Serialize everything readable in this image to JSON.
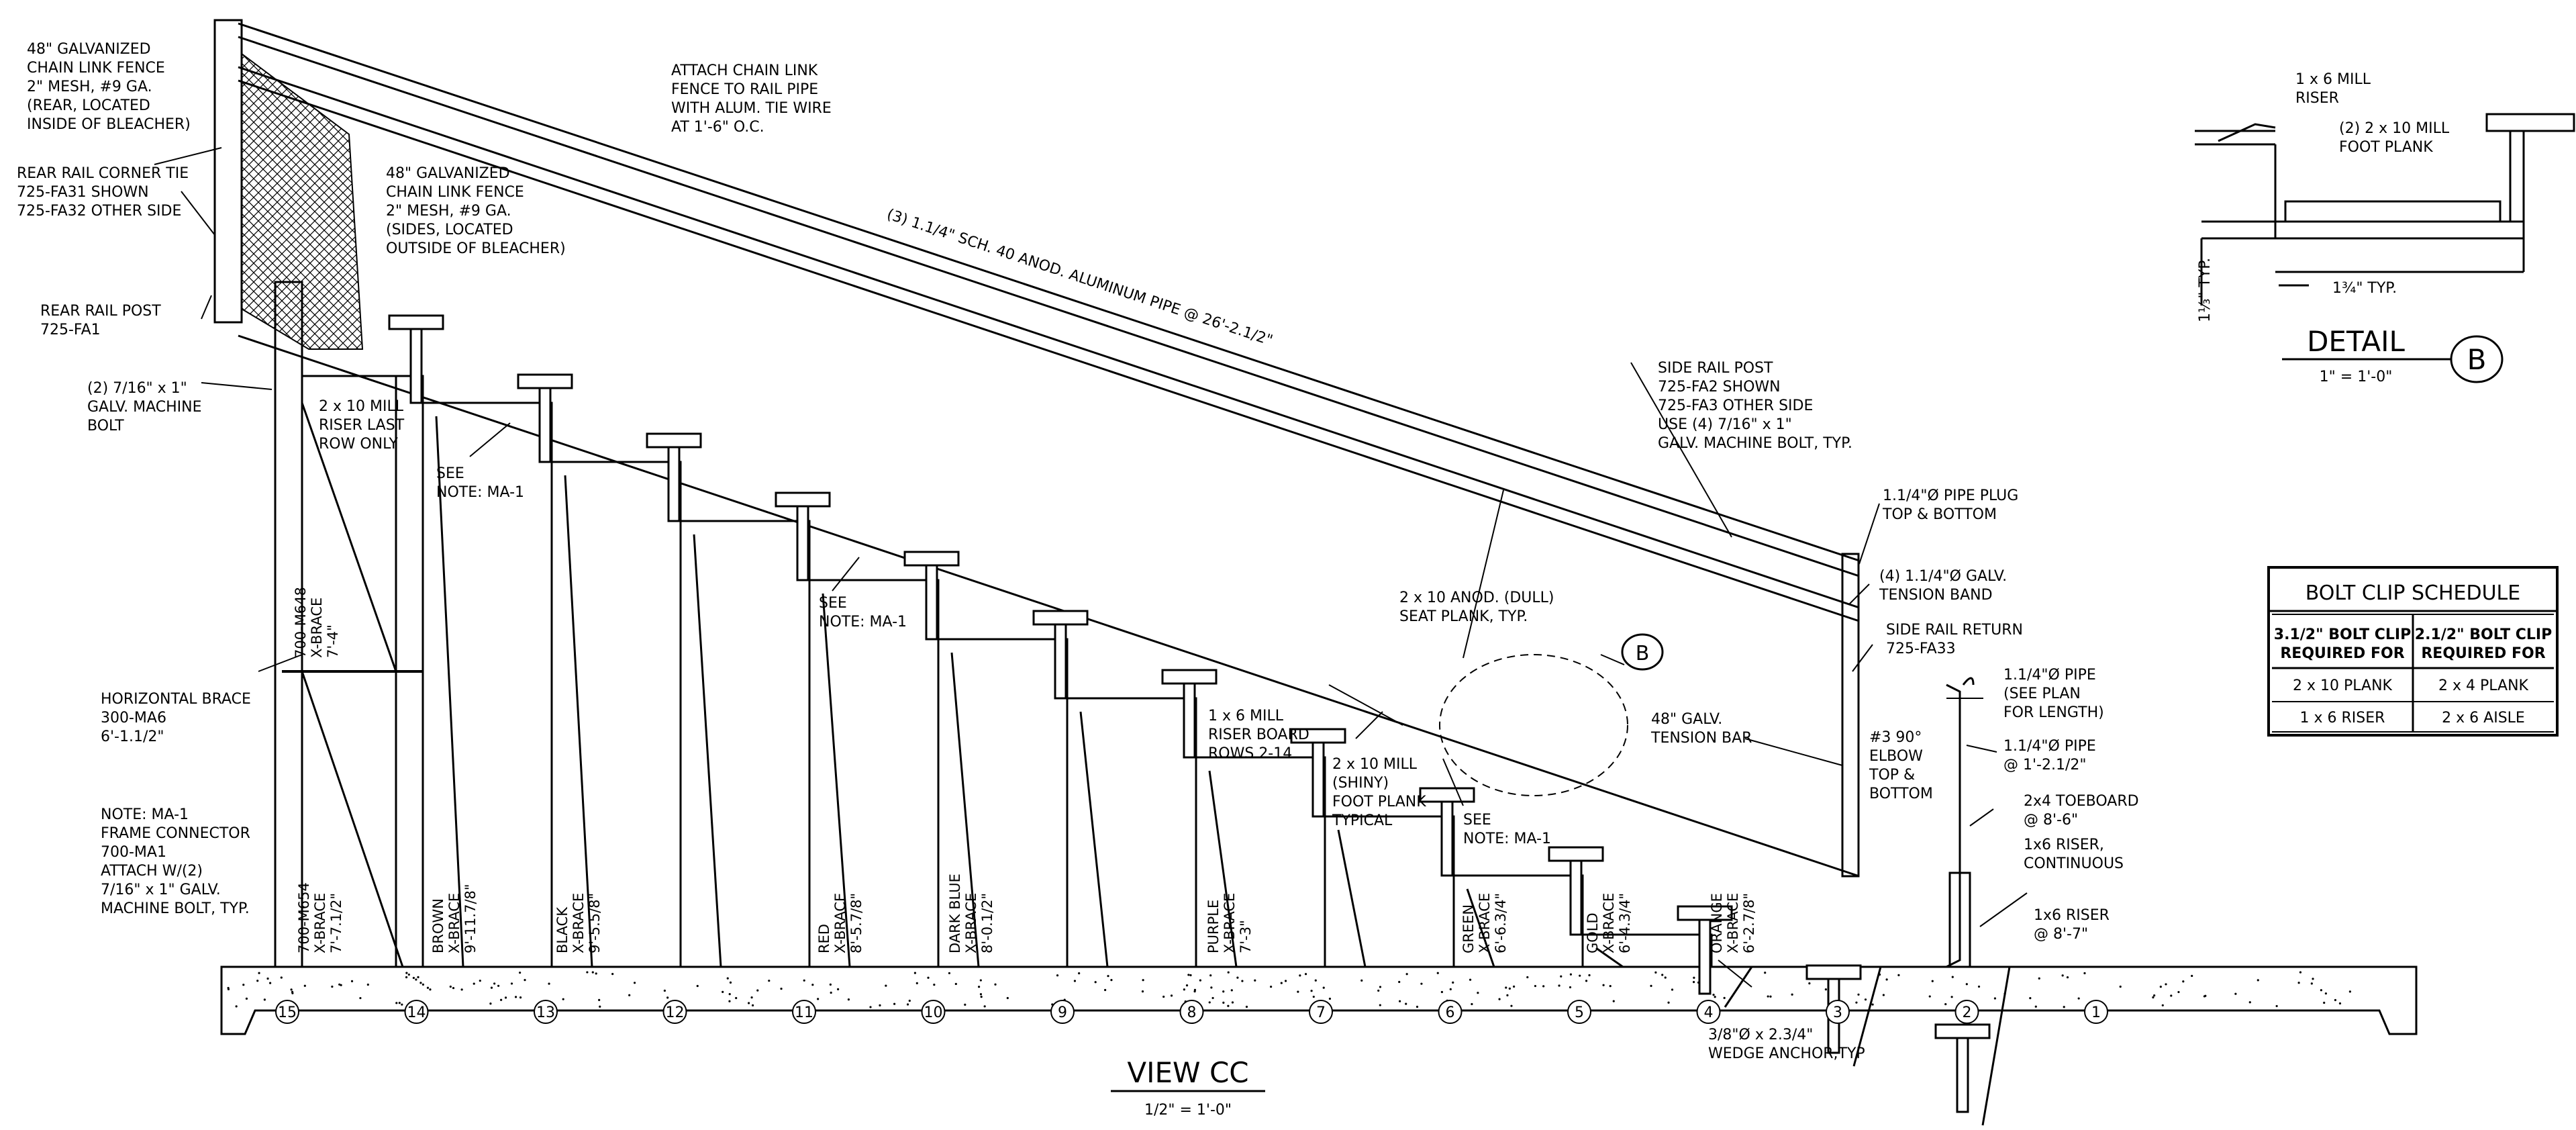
{
  "title": "VIEW CC",
  "scale": "1/2\" = 1'-0\"",
  "detail": {
    "title": "DETAIL",
    "scale": "1\" = 1'-0\"",
    "marker": "B",
    "notes": {
      "riser": [
        "1 x 6 MILL",
        "RISER"
      ],
      "plank": [
        "(2) 2 x 10 MILL",
        "FOOT PLANK"
      ],
      "typ_vert": "1⅓\" TYP.",
      "typ_horiz": "1¾\" TYP."
    }
  },
  "marker_b": "B",
  "schedule": {
    "title": "BOLT CLIP SCHEDULE",
    "headers": [
      [
        "3.1/2\" BOLT CLIP",
        "REQUIRED FOR"
      ],
      [
        "2.1/2\" BOLT CLIP",
        "REQUIRED FOR"
      ]
    ],
    "rows": [
      [
        "2 x 10 PLANK",
        "2 x 4 PLANK"
      ],
      [
        "1 x 6 RISER",
        "2 x 6 AISLE"
      ]
    ]
  },
  "rows": [
    "15",
    "14",
    "13",
    "12",
    "11",
    "10",
    "9",
    "8",
    "7",
    "6",
    "5",
    "4",
    "3",
    "2",
    "1"
  ],
  "braces": [
    {
      "lines": [
        "700-M654",
        "X-BRACE",
        "7'-7.1/2\""
      ]
    },
    {
      "lines": [
        "BROWN",
        "X-BRACE",
        "9'-11.7/8\""
      ]
    },
    {
      "lines": [
        "BLACK",
        "X-BRACE",
        "9'-5.5/8\""
      ]
    },
    {
      "lines": [
        "RED",
        "X-BRACE",
        "8'-5.7/8\""
      ]
    },
    {
      "lines": [
        "DARK BLUE",
        "X-BRACE",
        "8'-0.1/2\""
      ]
    },
    {
      "lines": [
        "PURPLE",
        "X-BRACE",
        "7'-3\""
      ]
    },
    {
      "lines": [
        "GREEN",
        "X-BRACE",
        "6'-6.3/4\""
      ]
    },
    {
      "lines": [
        "GOLD",
        "X-BRACE",
        "6'-4.3/4\""
      ]
    },
    {
      "lines": [
        "ORANGE",
        "X-BRACE",
        "6'-2.7/8\""
      ]
    },
    {
      "lines": [
        "700-M648",
        "X-BRACE",
        "7'-4\""
      ]
    }
  ],
  "notes": {
    "fence_rear": [
      "48\" GALVANIZED",
      "CHAIN LINK FENCE",
      "2\" MESH, #9 GA.",
      "(REAR, LOCATED",
      "INSIDE OF BLEACHER)"
    ],
    "corner_tie": [
      "REAR RAIL CORNER TIE",
      "725-FA31 SHOWN",
      "725-FA32 OTHER SIDE"
    ],
    "rear_post": [
      "REAR RAIL POST",
      "725-FA1"
    ],
    "machine_bolt": [
      "(2) 7/16\" x 1\"",
      "GALV. MACHINE",
      "BOLT"
    ],
    "attach": [
      "ATTACH CHAIN LINK",
      "FENCE TO RAIL PIPE",
      "WITH ALUM. TIE WIRE",
      "AT 1'-6\" O.C."
    ],
    "fence_side": [
      "48\" GALVANIZED",
      "CHAIN LINK FENCE",
      "2\" MESH, #9 GA.",
      "(SIDES, LOCATED",
      "OUTSIDE OF BLEACHER)"
    ],
    "riser_last": [
      "2 x 10 MILL",
      "RISER LAST",
      "ROW ONLY"
    ],
    "see_note_1": [
      "SEE",
      "NOTE: MA-1"
    ],
    "see_note_2": [
      "SEE",
      "NOTE: MA-1"
    ],
    "see_note_3": [
      "SEE",
      "NOTE: MA-1"
    ],
    "rail_pipe": "(3) 1.1/4\" SCH. 40 ANOD. ALUMINUM PIPE @ 26'-2.1/2\"",
    "horiz_brace": [
      "HORIZONTAL BRACE",
      "300-MA6",
      "6'-1.1/2\""
    ],
    "note_ma1": [
      "NOTE: MA-1",
      "FRAME CONNECTOR",
      "700-MA1",
      "ATTACH W/(2)",
      "7/16\" x 1\" GALV.",
      "MACHINE BOLT, TYP."
    ],
    "side_post": [
      "SIDE RAIL POST",
      "725-FA2 SHOWN",
      "725-FA3 OTHER SIDE",
      "USE (4) 7/16\" x 1\"",
      "GALV. MACHINE BOLT, TYP."
    ],
    "pipe_plug": [
      "1.1/4\"Ø PIPE PLUG",
      "TOP & BOTTOM"
    ],
    "tension_band": [
      "(4) 1.1/4\"Ø GALV.",
      "TENSION BAND"
    ],
    "side_return": [
      "SIDE RAIL RETURN",
      "725-FA33"
    ],
    "seat_plank": [
      "2 x 10 ANOD. (DULL)",
      "SEAT PLANK, TYP."
    ],
    "pipe_plan": [
      "1.1/4\"Ø PIPE",
      "(SEE PLAN",
      "FOR LENGTH)"
    ],
    "tension_bar": [
      "48\" GALV.",
      "TENSION BAR"
    ],
    "elbow": [
      "#3 90°",
      "ELBOW",
      "TOP &",
      "BOTTOM"
    ],
    "pipe_spacing": [
      "1.1/4\"Ø PIPE",
      "@ 1'-2.1/2\""
    ],
    "riser_board": [
      "1 x 6 MILL",
      "RISER BOARD",
      "ROWS 2-14"
    ],
    "foot_plank": [
      "2 x 10 MILL",
      "(SHINY)",
      "FOOT PLANK",
      "TYPICAL"
    ],
    "toeboard": [
      "2x4 TOEBOARD",
      "@ 8'-6\""
    ],
    "riser_cont": [
      "1x6 RISER,",
      "CONTINUOUS"
    ],
    "riser_8": [
      "1x6 RISER",
      "@ 8'-7\""
    ],
    "wedge": [
      "3/8\"Ø x 2.3/4\"",
      "WEDGE ANCHOR,TYP"
    ]
  }
}
